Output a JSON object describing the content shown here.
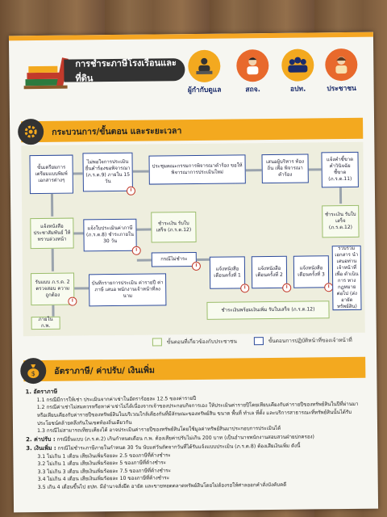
{
  "header": {
    "title": "การชำระภาษีโรงเรือนและที่ดิน",
    "personas": [
      {
        "label": "ผู้กำกับดูแล",
        "color": "#f3a91f"
      },
      {
        "label": "สถจ.",
        "color": "#e8692c"
      },
      {
        "label": "อปท.",
        "color": "#f3a91f"
      },
      {
        "label": "ประชาชน",
        "color": "#e8692c"
      }
    ]
  },
  "section1": {
    "title": "กระบวนการ/ขั้นตอน และระยะเวลา"
  },
  "flow": {
    "b1": "ขั้นเตรียมการ เตรียมแบบพิมพ์ เอกสารต่างๆ",
    "b2": "ไม่พอใจการประเมิน ยื่นคำร้องขอพิจารณา (ภ.ร.ด.9) ภายใน 15 วัน",
    "b3": "ประชุมคณะกรรมการพิจารณาคำร้อง ขอให้พิจารณาการประเมินใหม่",
    "b4": "เสนอผู้บริหาร ท้องถิ่น เพื่อ พิจารณาคำร้อง",
    "b5": "แจ้งคำชี้ขาด คำวินิจฉัยชี้ขาด (ภ.ร.ด.11)",
    "b6": "แจ้งหนังสือ ประชาสัมพันธ์ ให้ทราบล่วงหน้า",
    "b7": "แจ้งใบประเมินค่าภาษี (ภ.ร.ด.8) ชำระภายใน 30 วัน",
    "b8": "ชำระเงิน รับใบเสร็จ (ภ.ร.ด.12)",
    "b9": "กรณีไม่ชำระ",
    "b10": "ชำระเงิน รับใบเสร็จ (ภ.ร.ด.12)",
    "b11": "รับแบบ ภ.ร.ด. 2 ตรวจสอบ ความถูกต้อง",
    "b12": "บันทึกรายการประเมิน ค่ารายปี ค่าภาษี เสนอ พนักงานเจ้าหน้าที่ลงนาม",
    "b13": "แจ้งหนังสือ เตือนครั้งที่ 1",
    "b14": "แจ้งหนังสือ เตือนครั้งที่ 2",
    "b15": "แจ้งหนังสือ เตือนครั้งที่ 3",
    "b16": "รวบรวม เอกสาร นำเสนอท่าน เจ้าหน้าที่ เพื่อ ดำเนินการ ทางกฎหมาย ต่อไป (ส่งอายัดทรัพย์สิน)",
    "b17": "ชำระเงินพร้อมเงินเพิ่ม รับใบเสร็จ (ภ.ร.ด.12)",
    "b18": "ภายใน ก.พ."
  },
  "legend": {
    "citizen": "ขั้นตอนที่เกี่ยวข้องกับประชาชน",
    "officer": "ขั้นตอนการปฏิบัติหน้าที่ของเจ้าหน้าที่"
  },
  "section2": {
    "title": "อัตราภาษี/ ค่าปรับ/ เงินเพิ่ม"
  },
  "rates": {
    "h1": "1. อัตราภาษี",
    "l1": "1.1 กรณีมีการให้เช่า ประเมินจากค่าเช่าในอัตราร้อยละ 12.5 ของค่ารายปี",
    "l2": "1.2 กรณีค่าเช่าไม่สมควรหรือหาค่าเช่าไม่ได้เนื่องจากเจ้าของประกอบกิจการเอง ให้ประเมินค่ารายปีโดยเทียบเคียงกับค่ารายปีของทรัพย์สินในปีที่ผ่านมา หรือเทียบเคียงกับค่ารายปีของทรัพย์สินในบริเวณใกล้เคียงกันที่มีลักษณะของทรัพย์สิน ขนาด พื้นที่ ทำเล ที่ตั้ง และบริการสาธารณะที่ทรัพย์สินนั้นได้รับประโยชน์คล้ายคลึงกันในเขตท้องถิ่นเดียวกัน",
    "l3": "1.3 กรณีไม่สามารถเทียบเคียงได้ อาจประเมินค่ารายปีของทรัพย์สินโดยใช้มูลค่าทรัพย์สินมาประกอบการประเมินได้",
    "h2": "2. ค่าปรับ :",
    "t2": "กรณียื่นแบบ (ภ.ร.ด.2) เกินกำหนดเดือน ก.พ. ต้องเสียค่าปรับไม่เกิน 200 บาท (เป็นอำนาจพนักงานสอบสวนฝ่ายปกครอง)",
    "h3": "3. เงินเพิ่ม :",
    "t3": "กรณีไม่ชำระภาษีภายในกำหนด 30 วัน นับแต่วันถัดจากวันที่ได้รับแจ้งแบบประเมิน (ภ.ร.ด.8) ต้องเสียเงินเพิ่ม ดังนี้",
    "s1": "3.1 ไม่เกิน 1 เดือน เสียเงินเพิ่มร้อยละ 2.5 ของภาษีที่ค้างชำระ",
    "s2": "3.2 ไม่เกิน 1 เดือน เสียเงินเพิ่มร้อยละ 5 ของภาษีที่ค้างชำระ",
    "s3": "3.3 ไม่เกิน 3 เดือน เสียเงินเพิ่มร้อยละ 7.5 ของภาษีที่ค้างชำระ",
    "s4": "3.4 ไม่เกิน 4 เดือน เสียเงินเพิ่มร้อยละ 10 ของภาษีที่ค้างชำระ",
    "s5": "3.5 เกิน 4 เดือนขึ้นไป อปท. มีอำนาจสั่งยึด อายัด และขายทอดตลาดทรัพย์สินโดยไม่ต้องรอให้ศาลออกคำสั่งบังคับคดี"
  }
}
